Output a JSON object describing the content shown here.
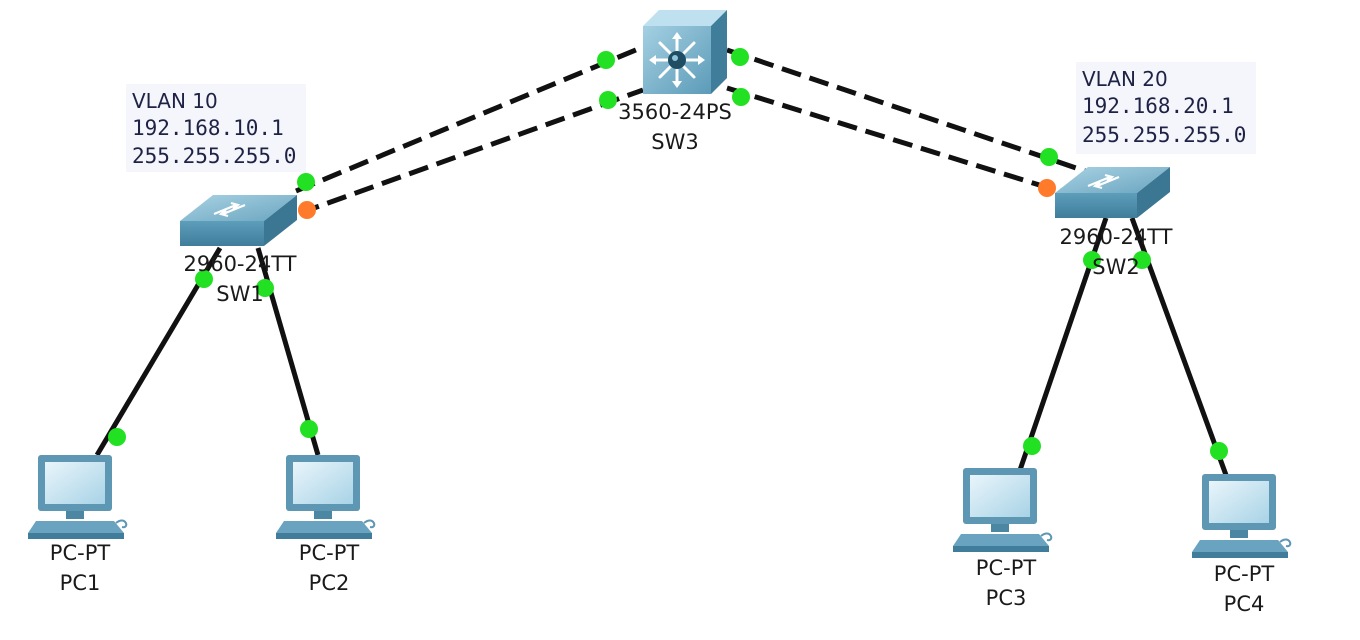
{
  "nodes": [
    {
      "id": "sw3",
      "model": "3560-24PS",
      "name": "SW3"
    },
    {
      "id": "sw1",
      "model": "2960-24TT",
      "name": "SW1"
    },
    {
      "id": "sw2",
      "model": "2960-24TT",
      "name": "SW2"
    },
    {
      "id": "pc1",
      "model": "PC-PT",
      "name": "PC1"
    },
    {
      "id": "pc2",
      "model": "PC-PT",
      "name": "PC2"
    },
    {
      "id": "pc3",
      "model": "PC-PT",
      "name": "PC3"
    },
    {
      "id": "pc4",
      "model": "PC-PT",
      "name": "PC4"
    }
  ],
  "notes": [
    {
      "id": "vlan10",
      "title": "VLAN 10",
      "ip": "192.168.10.1",
      "mask": "255.255.255.0"
    },
    {
      "id": "vlan20",
      "title": "VLAN 20",
      "ip": "192.168.20.1",
      "mask": "255.255.255.0"
    }
  ],
  "links": [
    {
      "from": "sw1",
      "to": "sw3",
      "style": "dashed",
      "port_status": [
        "green",
        "green"
      ]
    },
    {
      "from": "sw1",
      "to": "sw3",
      "style": "dashed",
      "port_status": [
        "orange",
        "green"
      ]
    },
    {
      "from": "sw3",
      "to": "sw2",
      "style": "dashed",
      "port_status": [
        "green",
        "green"
      ]
    },
    {
      "from": "sw3",
      "to": "sw2",
      "style": "dashed",
      "port_status": [
        "green",
        "orange"
      ]
    },
    {
      "from": "sw1",
      "to": "pc1",
      "style": "solid",
      "port_status": [
        "green",
        "green"
      ]
    },
    {
      "from": "sw1",
      "to": "pc2",
      "style": "solid",
      "port_status": [
        "green",
        "green"
      ]
    },
    {
      "from": "sw2",
      "to": "pc3",
      "style": "solid",
      "port_status": [
        "green",
        "green"
      ]
    },
    {
      "from": "sw2",
      "to": "pc4",
      "style": "solid",
      "port_status": [
        "green",
        "green"
      ]
    }
  ],
  "colors": {
    "link": "#111111",
    "port_up": "#22e022",
    "port_blocking": "#ff7a2a",
    "device_top": "#7fb4cc",
    "device_front": "#4d8fae",
    "note_bg": "#f5f6fb",
    "note_text": "#1e2244"
  }
}
